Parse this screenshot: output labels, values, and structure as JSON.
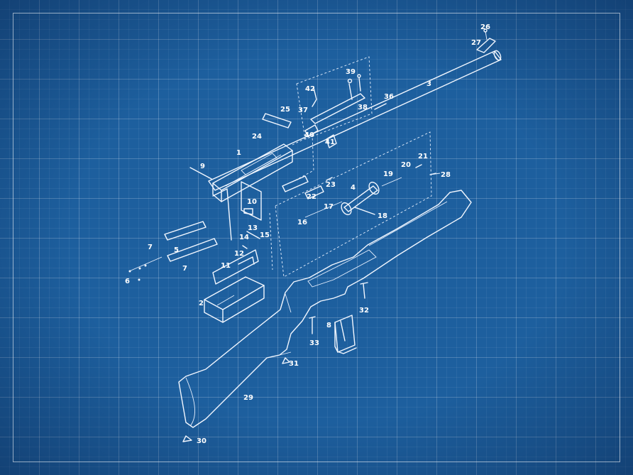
{
  "part_labels": {
    "p1": "1",
    "p2": "2",
    "p3": "3",
    "p4": "4",
    "p5": "5",
    "p6": "6",
    "p7a": "7",
    "p7b": "7",
    "p8": "8",
    "p9": "9",
    "p10": "10",
    "p11": "11",
    "p12": "12",
    "p13": "13",
    "p14": "14",
    "p15": "15",
    "p16": "16",
    "p17": "17",
    "p18": "18",
    "p19": "19",
    "p20": "20",
    "p21": "21",
    "p22": "22",
    "p23": "23",
    "p24": "24",
    "p25": "25",
    "p26": "26",
    "p27": "27",
    "p28": "28",
    "p29": "29",
    "p30": "30",
    "p31": "31",
    "p32": "32",
    "p33": "33",
    "p36": "36",
    "p37": "37",
    "p38": "38",
    "p39": "39",
    "p40": "40",
    "p41": "41",
    "p42": "42"
  },
  "colors": {
    "background": "#1d5f9e",
    "line": "#f2f7ff"
  }
}
